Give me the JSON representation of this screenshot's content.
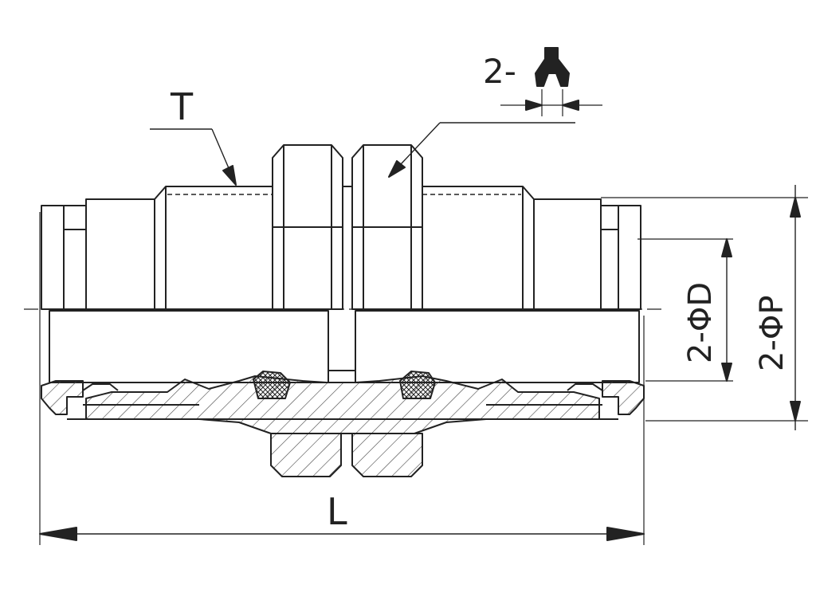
{
  "labels": {
    "thread": "T",
    "clip_prefix": "2-",
    "tube_od": "2-ΦD",
    "release_od": "2-ΦP",
    "length": "L"
  },
  "colors": {
    "ink": "#222222",
    "hatch": "#444444",
    "seal_fill": "#999999",
    "background": "#ffffff"
  }
}
